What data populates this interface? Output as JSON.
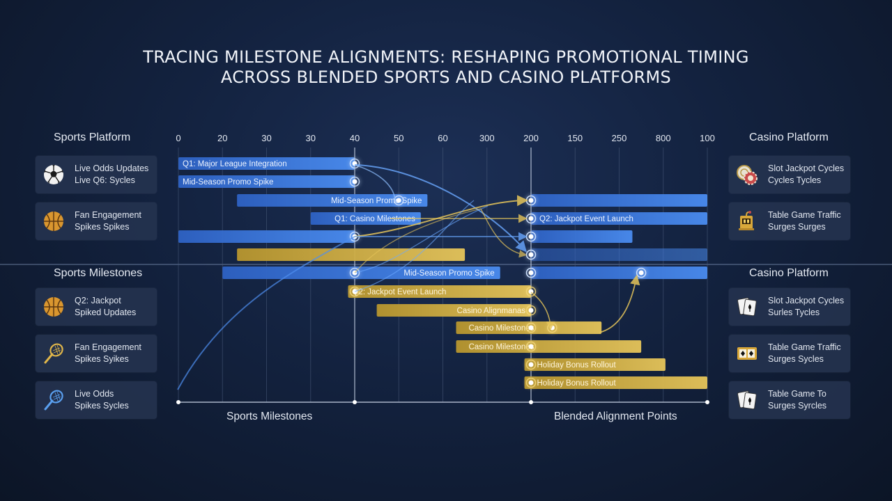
{
  "title": {
    "line1": "TRACING MILESTONE ALIGNMENTS: RESHAPING PROMOTIONAL TIMING",
    "line2": "ACROSS BLENDED SPORTS AND CASINO PLATFORMS"
  },
  "left": {
    "header_top": "Sports Platform",
    "header_bottom": "Sports Milestones",
    "cards_top": [
      {
        "line1": "Live Odds Updates",
        "line2": "Live Q6: Sycles",
        "icon": "soccer-ball-icon"
      },
      {
        "line1": "Fan Engagement",
        "line2": "Spikes Spikes",
        "icon": "basketball-icon"
      }
    ],
    "cards_bottom": [
      {
        "line1": "Q2: Jackpot",
        "line2": "Spiked Updates",
        "icon": "basketball-icon"
      },
      {
        "line1": "Fan Engagement",
        "line2": "Spikes Syikes",
        "icon": "tennis-racket-icon"
      },
      {
        "line1": "Live Odds",
        "line2": "Spikes Sycles",
        "icon": "tennis-racket-icon"
      }
    ]
  },
  "right": {
    "header_top": "Casino Platform",
    "header_bottom": "Casino Platform",
    "cards_top": [
      {
        "line1": "Slot Jackpot Cycles",
        "line2": "Cycles Tycles",
        "icon": "poker-chips-icon"
      },
      {
        "line1": "Table Game Traffic",
        "line2": "Surges Surges",
        "icon": "slot-machine-icon"
      }
    ],
    "cards_bottom": [
      {
        "line1": "Slot Jackpot Cycles",
        "line2": "Surles Tycles",
        "icon": "playing-cards-icon"
      },
      {
        "line1": "Table Game Traffic",
        "line2": "Surges Sycles",
        "icon": "slot-reels-icon"
      },
      {
        "line1": "Table Game To",
        "line2": "Surges Syrcles",
        "icon": "playing-cards-icon"
      }
    ]
  },
  "axis_ticks": [
    "0",
    "20",
    "30",
    "30",
    "40",
    "50",
    "60",
    "300",
    "200",
    "150",
    "250",
    "800",
    "100"
  ],
  "colors": {
    "blue": "#3f7fe0",
    "gold": "#d9b84a",
    "bg": "#13223f"
  },
  "bars": [
    {
      "color": "blue",
      "start": 0,
      "end": 4,
      "label": "Q1: Major League Integration",
      "label_align": "left",
      "dots": [
        4
      ]
    },
    {
      "color": "blue",
      "start": 0,
      "end": 4,
      "label": "Mid-Season Promo Spike",
      "label_align": "left",
      "dots": [
        4
      ]
    },
    {
      "color": "blue",
      "start": 1.33,
      "end": 5.65,
      "label": "Mid-Season Promo Spike",
      "label_align": "right",
      "dots": [
        5
      ]
    },
    {
      "color": "blue",
      "start": 3,
      "end": 5.5,
      "label": "Q1: Casino Milestones",
      "label_align": "right",
      "dots": []
    },
    {
      "color": "blue",
      "start": 0,
      "end": 4,
      "label": "",
      "label_align": "left",
      "dots": [
        4
      ]
    },
    {
      "color": "gold",
      "start": 1.33,
      "end": 6.5,
      "label": "",
      "label_align": "left",
      "dots": []
    },
    {
      "color": "blue",
      "start": 1,
      "end": 7.3,
      "label": "Mid-Season Promo Spike",
      "label_align": "right",
      "dots": [
        4
      ]
    },
    {
      "color": "gold",
      "start": 3.85,
      "end": 8,
      "label": "Q2: Jackpot Event Launch",
      "label_align": "left",
      "dots": [
        4,
        8
      ]
    },
    {
      "color": "gold",
      "start": 4.5,
      "end": 8,
      "label": "Casino Alignmanas",
      "label_align": "right",
      "dots": [
        8
      ]
    },
    {
      "color": "gold",
      "start": 6.3,
      "end": 9.6,
      "label": "Casino Milestones",
      "label_align": "mid",
      "dots": [
        8,
        8.48
      ]
    },
    {
      "color": "gold",
      "start": 6.3,
      "end": 10.5,
      "label": "Casino Milestones",
      "label_align": "mid",
      "dots": [
        8
      ]
    },
    {
      "color": "gold",
      "start": 7.85,
      "end": 11.05,
      "label": "Holiday Bonus Rollout",
      "label_align": "mid",
      "dots": [
        8
      ]
    },
    {
      "color": "gold",
      "start": 7.85,
      "end": 12,
      "label": "Holiday Bonus Rollout",
      "label_align": "mid",
      "dots": [
        8
      ]
    }
  ],
  "right_bars": [
    {
      "color": "blue",
      "start": 8,
      "end": 12,
      "label": "",
      "dots": [
        8
      ]
    },
    {
      "color": "blue",
      "start": 8,
      "end": 12,
      "label": "Q2: Jackpot Event Launch",
      "dots": [
        8
      ]
    },
    {
      "color": "blue",
      "start": 8,
      "end": 10.3,
      "label": "",
      "dots": [
        8
      ]
    },
    {
      "color": "blue",
      "start": 8,
      "end": 12,
      "label": "",
      "dots": [
        8
      ]
    },
    {
      "color": "blue",
      "start": 8,
      "end": 12,
      "label": "",
      "dots": [
        8,
        10.5
      ]
    }
  ],
  "footer": {
    "left": "Sports Milestones",
    "right": "Blended Alignment Points"
  }
}
